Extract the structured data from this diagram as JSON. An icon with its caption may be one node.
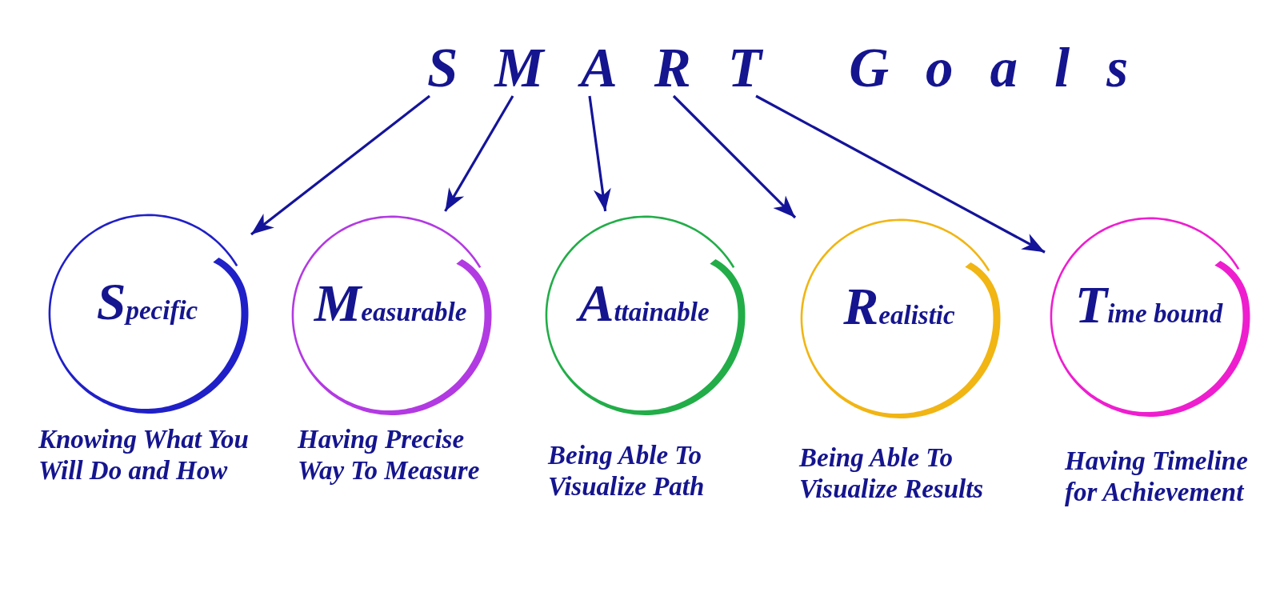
{
  "diagram": {
    "nodes": [
      {
        "text": [
          "SMART Goals"
        ]
      },
      {
        "text": [
          "Specific"
        ],
        "beside": [
          "Knowing What You Will Do and How"
        ]
      },
      {
        "text": [
          "Measurable"
        ],
        "beside": [
          "Having Precise Way To Measure"
        ]
      },
      {
        "text": [
          "Attainable"
        ],
        "beside": [
          "Being Able To Visualize Path"
        ]
      },
      {
        "text": [
          "Realistic"
        ],
        "beside": [
          "Being Able To Visualize Results"
        ]
      },
      {
        "text": [
          "Time bound"
        ],
        "beside": [
          "Having Timeline for Achievement"
        ]
      }
    ],
    "edges": [
      {
        "from": 0,
        "to": 1,
        "arrow": "to"
      },
      {
        "from": 0,
        "to": 2,
        "arrow": "to"
      },
      {
        "from": 0,
        "to": 3,
        "arrow": "to"
      },
      {
        "from": 0,
        "to": 4,
        "arrow": "to"
      },
      {
        "from": 0,
        "to": 5,
        "arrow": "to"
      }
    ]
  }
}
